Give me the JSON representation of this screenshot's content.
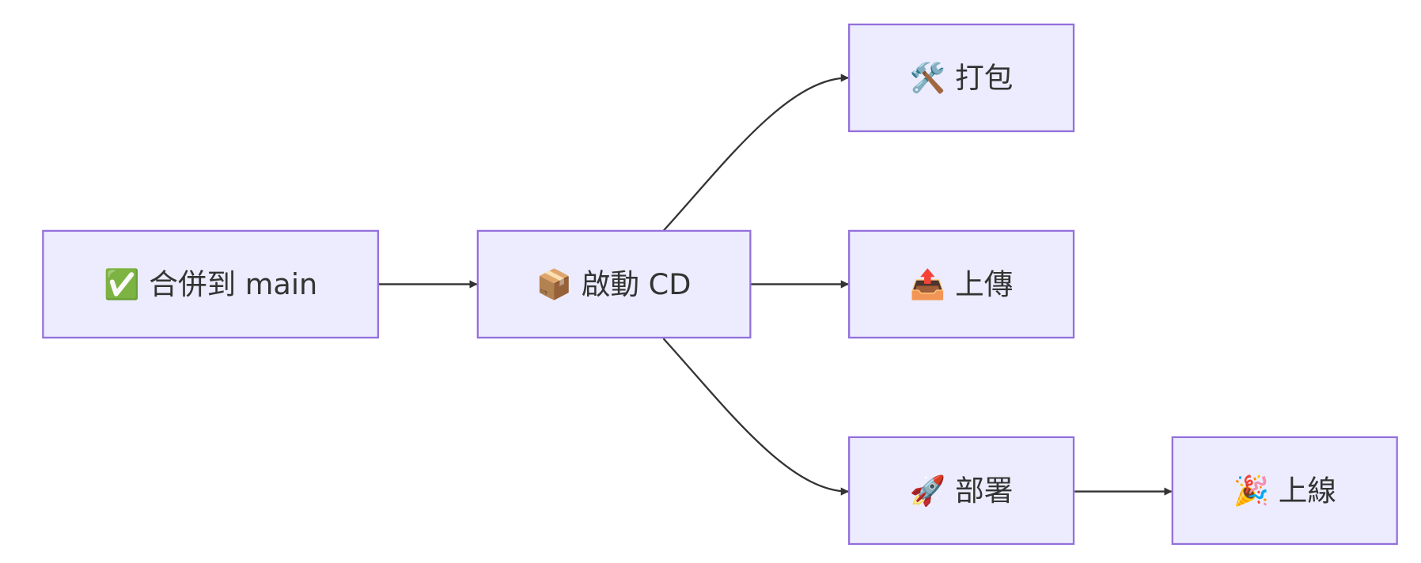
{
  "nodes": {
    "merge": {
      "label": "✅ 合併到 main"
    },
    "start_cd": {
      "label": "📦 啟動 CD"
    },
    "build": {
      "label": "🛠️ 打包"
    },
    "upload": {
      "label": "📤 上傳"
    },
    "deploy": {
      "label": "🚀 部署"
    },
    "live": {
      "label": "🎉 上線"
    }
  },
  "edges": [
    {
      "from": "merge",
      "to": "start_cd"
    },
    {
      "from": "start_cd",
      "to": "build"
    },
    {
      "from": "start_cd",
      "to": "upload"
    },
    {
      "from": "start_cd",
      "to": "deploy"
    },
    {
      "from": "deploy",
      "to": "live"
    }
  ],
  "colors": {
    "node_fill": "#ececfe",
    "node_stroke": "#9370db",
    "edge": "#333333"
  }
}
